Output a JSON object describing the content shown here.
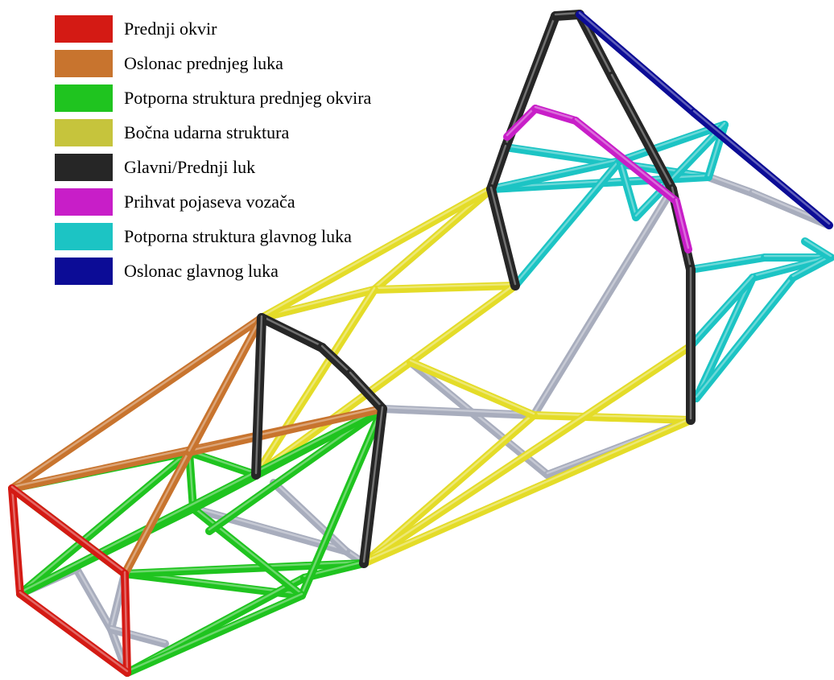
{
  "legend": [
    {
      "key": "front",
      "label": "Prednji okvir",
      "color": "#d41a14"
    },
    {
      "key": "front_hoop_brace",
      "label": "Oslonac prednjeg luka",
      "color": "#c8742e"
    },
    {
      "key": "front_support",
      "label": "Potporna struktura prednjeg okvira",
      "color": "#1fc41f"
    },
    {
      "key": "side_impact",
      "label": "Bočna udarna struktura",
      "color": "#c6c43c"
    },
    {
      "key": "hoops",
      "label": "Glavni/Prednji luk",
      "color": "#262626"
    },
    {
      "key": "harness",
      "label": "Prihvat pojaseva vozača",
      "color": "#c81ec8"
    },
    {
      "key": "main_hoop_support",
      "label": "Potporna struktura glavnog luka",
      "color": "#1cc4c4"
    },
    {
      "key": "main_hoop_brace",
      "label": "Oslonac glavnog luka",
      "color": "#0c0c96"
    }
  ],
  "colors": {
    "other": "#a8adbd",
    "side_impact_3d": "#e4dc28"
  }
}
